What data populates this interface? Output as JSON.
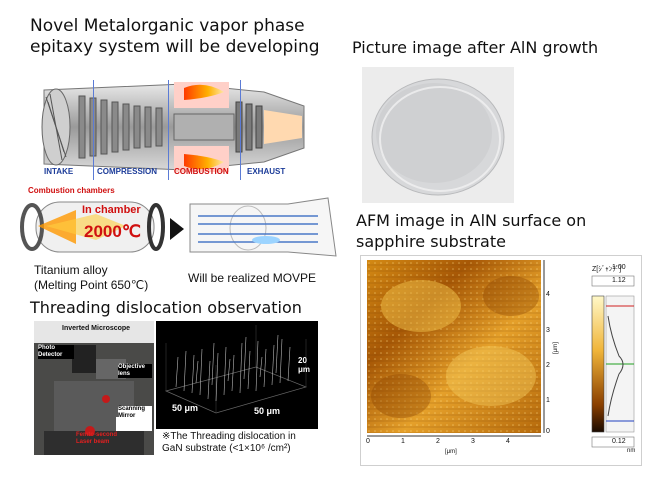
{
  "titles": {
    "movpe": "Novel Metalorganic vapor phase epitaxy system will be developing",
    "picture": "Picture image after AlN growth",
    "afm": "AFM image in AlN surface on sapphire substrate",
    "threading": "Threading dislocation observation"
  },
  "engine": {
    "sections": [
      "INTAKE",
      "COMPRESSION",
      "COMBUSTION",
      "EXHAUST"
    ],
    "colors": {
      "intake": "#1c3c99",
      "combustion": "#d01010",
      "flame": "#ff6a00"
    }
  },
  "chamber": {
    "label": "Combustion chambers",
    "in_chamber": "In chamber",
    "temperature": "2000℃",
    "alloy": "Titanium alloy",
    "melting": "(Melting Point 650℃)",
    "realized": "Will be realized MOVPE"
  },
  "microscope": {
    "inverted": "Inverted Microscope",
    "photo_detector": "Photo Detector",
    "objective": "Objective lens",
    "scanning": "Scanning Mirror",
    "laser": "Femto-second Laser beam",
    "scale_x": "50 μm",
    "scale_y": "50 μm",
    "scale_z": "20 μm",
    "note_line1": "※The Threading dislocation in",
    "note_line2": "GaN substrate (<1×10⁶ /cm²)"
  },
  "afm": {
    "y_ticks": [
      "4",
      "3",
      "2",
      "1",
      "0"
    ],
    "x_ticks": [
      "0",
      "1",
      "2",
      "3",
      "4"
    ],
    "unit_y": "[μm]",
    "unit_x": "[μm]",
    "scale_label": "Z[ｼﾞｬﾝﾌﾟ]",
    "scale_max": "1.00",
    "scale_top": "1.12",
    "scale_bottom": "0.12",
    "scale_unit": "nm"
  }
}
